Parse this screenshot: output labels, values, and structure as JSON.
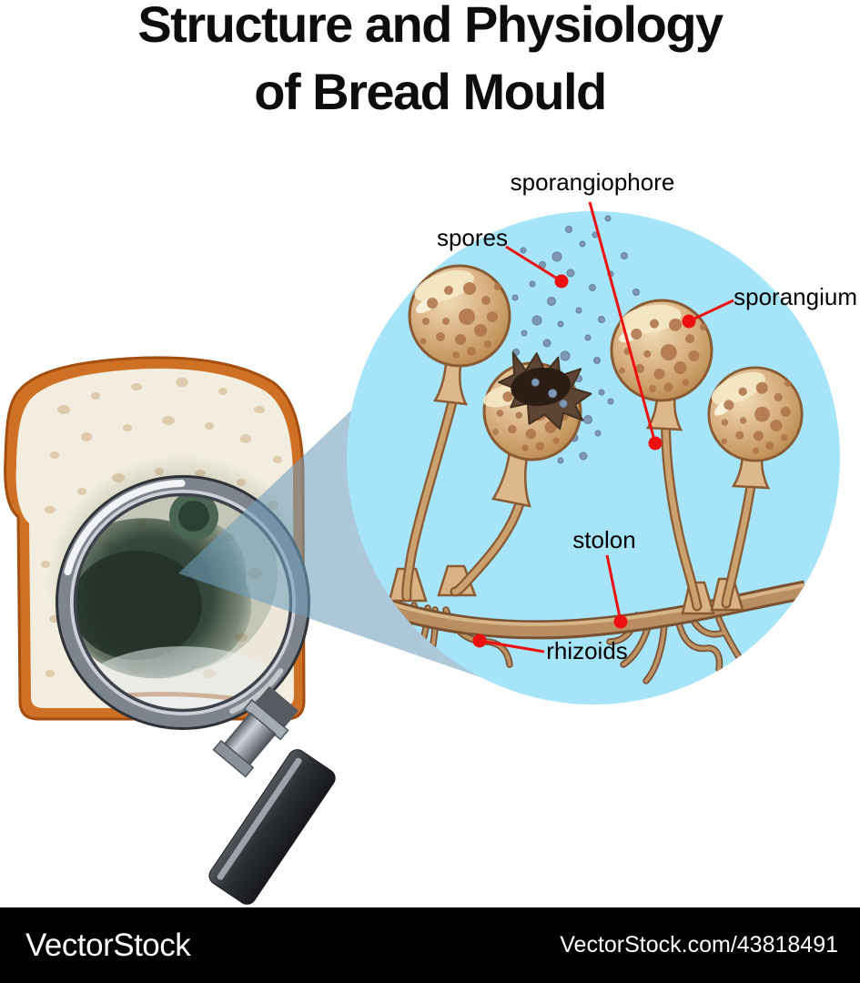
{
  "title": {
    "line1": "Structure and Physiology",
    "line2": "of Bread Mould"
  },
  "labels": {
    "sporangiophore": "sporangiophore",
    "spores": "spores",
    "sporangium": "sporangium",
    "stolon": "stolon",
    "rhizoids": "rhizoids"
  },
  "watermark": {
    "brand": "VectorStock",
    "credit": "VectorStock.com/43818491"
  },
  "colors": {
    "magnified_circle_blue": "#A6E4F9",
    "beam_blue": "#6E9EBC",
    "leader_line_red": "#EE0F0F",
    "bread_crust_orange": "#CE7124",
    "bread_crumb": "#F2EDDF",
    "mould_dark_green": "#17301F",
    "sporangium_tan": "#D8B084",
    "spore_dot_blue": "#7E98B4",
    "watermark_bg": "#000000"
  }
}
